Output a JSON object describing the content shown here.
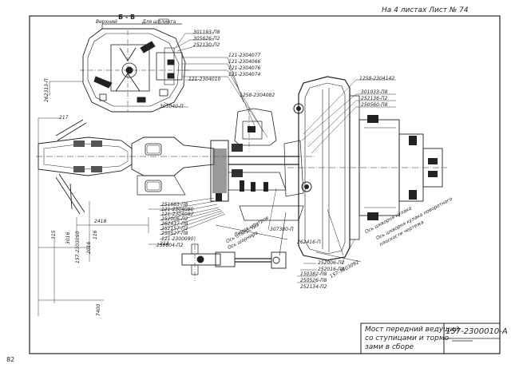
{
  "sheet": {
    "header": "На 4 листах Лист № 74",
    "section_mark": "Б - Б",
    "page_number": "82"
  },
  "title_block": {
    "title_line1": "Мост передний ведущий",
    "title_line2": "со ступицами и тормо-",
    "title_line3": "зами в сборе",
    "drawing_number": "157-2300010-А"
  },
  "section_view_labels": [
    "301193-П8",
    "305626-П2",
    "252130-П2",
    "262313-П",
    "121-2304077",
    "121-2304066",
    "121-2304076",
    "121-2304074",
    "121-2304010",
    "305040-П",
    "Верхний",
    "Для шплинта"
  ],
  "upper_right_labels": [
    "1258-2304142",
    "1258-2304082",
    "301033-П8",
    "252136-П2",
    "250560-П8"
  ],
  "lower_left_labels": [
    "251683-П8",
    "121-2304080",
    "121-2304082",
    "252006-П2",
    "262437-П8",
    "252157-П2",
    "250527-П8",
    "121-2300090",
    "250604-П2",
    "3016",
    "157-2303090",
    "2418",
    "2016",
    "7400"
  ],
  "lower_right_labels": [
    "Ось шкворня кулака",
    "Ось шкворня кулака поворотного",
    "плоскости чертежа",
    "157-3503092",
    "252006-П2",
    "252016-П8",
    "Ось отверстия",
    "Линия центров",
    "307380-П",
    "Ось шарнира",
    "262416-П",
    "150382-П8",
    "250526-П8",
    "252134-П2"
  ],
  "dimensions": [
    "217",
    "116",
    "315",
    "214"
  ]
}
